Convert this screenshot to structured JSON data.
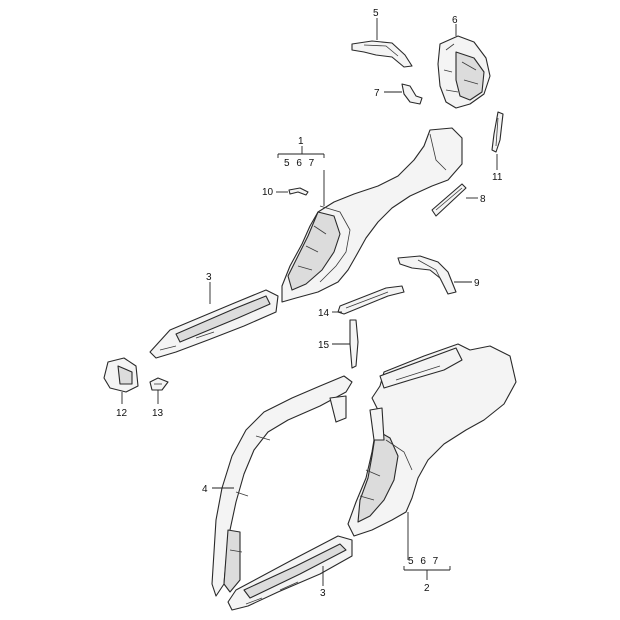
{
  "callouts": {
    "c1": "1",
    "c1_sub": "5 6 7",
    "c2": "2",
    "c2_sub": "5 6 7",
    "c3a": "3",
    "c3b": "3",
    "c4": "4",
    "c5": "5",
    "c6": "6",
    "c7": "7",
    "c8": "8",
    "c9": "9",
    "c10": "10",
    "c11": "11",
    "c12": "12",
    "c13": "13",
    "c14": "14",
    "c15": "15"
  }
}
